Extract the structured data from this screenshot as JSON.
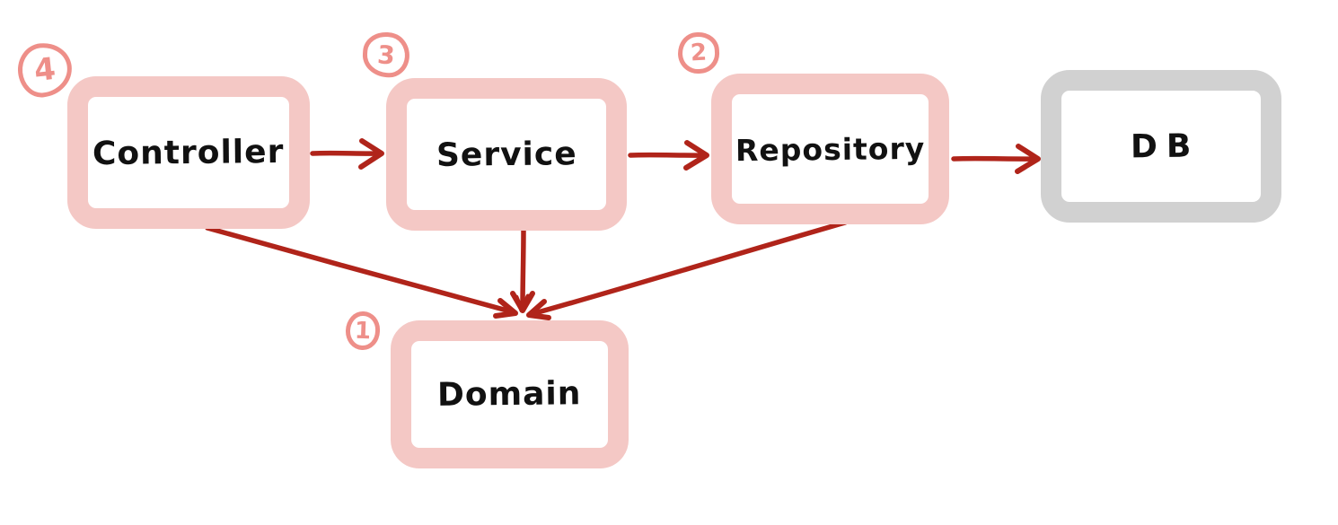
{
  "diagram": {
    "type": "architecture-flow",
    "nodes": {
      "controller": {
        "label": "Controller",
        "order_badge": "4"
      },
      "service": {
        "label": "Service",
        "order_badge": "3"
      },
      "repository": {
        "label": "Repository",
        "order_badge": "2"
      },
      "db": {
        "label": "DB"
      },
      "domain": {
        "label": "Domain",
        "order_badge": "1"
      }
    },
    "edges": [
      {
        "from": "Controller",
        "to": "Service"
      },
      {
        "from": "Service",
        "to": "Repository"
      },
      {
        "from": "Repository",
        "to": "DB"
      },
      {
        "from": "Controller",
        "to": "Domain"
      },
      {
        "from": "Service",
        "to": "Domain"
      },
      {
        "from": "Repository",
        "to": "Domain"
      }
    ],
    "colors": {
      "node_border_pink": "#f4c8c5",
      "node_border_gray": "#d1d1d1",
      "arrow_red": "#b0241a",
      "badge_salmon": "#ee8f89",
      "label_ink": "#111111"
    }
  }
}
